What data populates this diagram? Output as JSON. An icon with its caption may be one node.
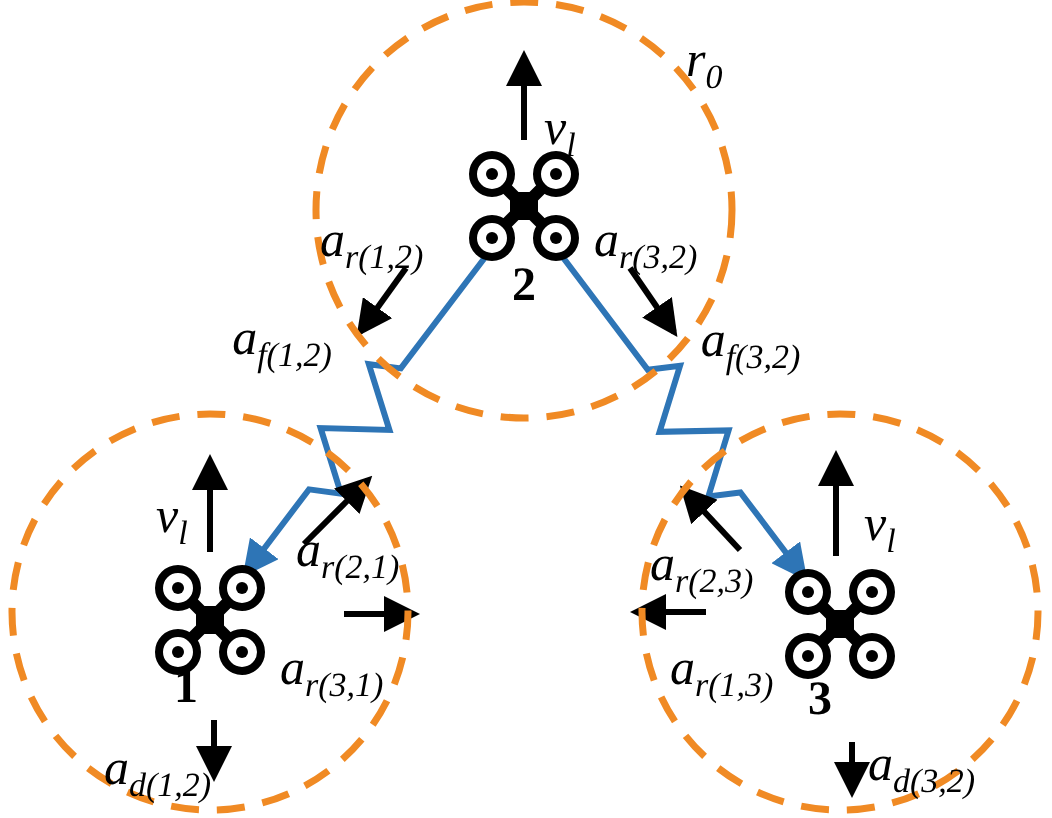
{
  "diagram": {
    "nodes": [
      {
        "text": [],
        "shape": "circle",
        "beside": [
          "r$_{0}$"
        ]
      },
      {
        "text": [
          "2"
        ],
        "in": 0,
        "beside": [
          "v$_{l}$"
        ]
      },
      {
        "text": [],
        "shape": "circle"
      },
      {
        "text": [
          "1"
        ],
        "in": 2,
        "beside": [
          "v$_{l}$"
        ]
      },
      {
        "text": [],
        "shape": "circle"
      },
      {
        "text": [
          "3"
        ],
        "in": 4,
        "beside": [
          "v$_{l}$"
        ]
      }
    ],
    "edges": [
      {
        "from": 1,
        "to": 3,
        "arrow": "to",
        "label": "a$_{f(1,2)}$"
      },
      {
        "from": 1,
        "to": 5,
        "arrow": "to",
        "label": "a$_{f(3,2)}$"
      }
    ],
    "labels": [
      "a$_{r(1,2)}$",
      "a$_{r(3,2)}$",
      "a$_{r(2,1)}$",
      "a$_{r(3,1)}$",
      "a$_{d(1,2)}$",
      "a$_{r(2,3)}$",
      "a$_{r(1,3)}$",
      "a$_{d(3,2)}$"
    ]
  }
}
